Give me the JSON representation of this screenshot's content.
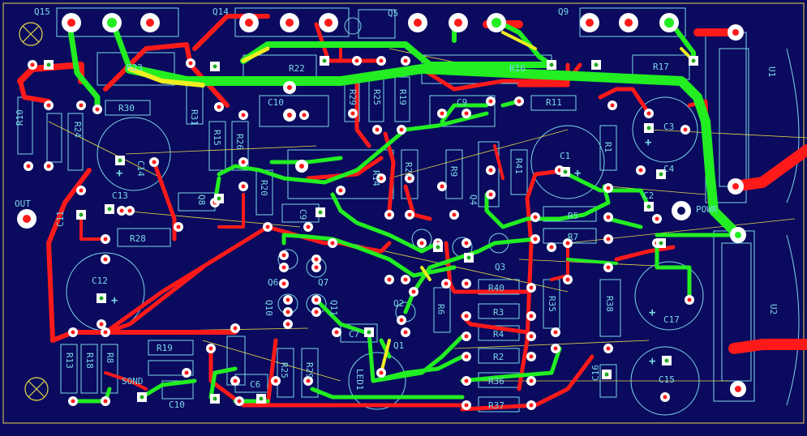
{
  "colors": {
    "background": "#0a0a5e",
    "bottom_copper": "#ff1a1a",
    "top_copper": "#22ee22",
    "overlap": "#eeee22",
    "silkscreen": "#7ad8e8",
    "ratsnest": "#e6d84a",
    "board_edge": "#e6d84a"
  },
  "labels": {
    "Q15": "Q15",
    "Q14": "Q14",
    "Q5": "Q5",
    "Q9": "Q9",
    "R23": "R23",
    "R22": "R22",
    "R16": "R16",
    "R17": "R17",
    "R30": "R30",
    "R31": "R31",
    "R11": "R11",
    "R10": "R10",
    "R24": "R24",
    "R15": "R15",
    "R26": "R26",
    "R20": "R20",
    "R14": "R14",
    "R27": "R27",
    "R9": "R9",
    "R41": "R41",
    "R1": "R1",
    "R5": "R5",
    "R7": "R7",
    "R6": "R6",
    "R28": "R28",
    "R40": "R40",
    "R3": "R3",
    "R4": "R4",
    "R2": "R2",
    "R35": "R35",
    "R36": "R36",
    "R37": "R37",
    "R38": "R38",
    "R13": "R13",
    "R18": "R18",
    "R19": "R19",
    "R8": "R8",
    "R25": "R25",
    "R29": "R29",
    "C1": "C1",
    "C2": "C2",
    "C3": "C3",
    "C4": "C4",
    "C6": "C6",
    "C7": "C7",
    "C9": "C9",
    "C10": "C10",
    "C11": "C11",
    "C12": "C12",
    "C13": "C13",
    "C14": "C14",
    "C15": "C15",
    "C16": "C16",
    "C17": "C17",
    "Q1": "Q1",
    "Q2": "Q2",
    "Q3": "Q3",
    "Q4": "Q4",
    "Q6": "Q6",
    "Q7": "Q7",
    "Q8": "Q8",
    "Q10": "Q10",
    "Q11": "Q11",
    "LED1": "LED1",
    "U1": "U1",
    "U2": "U2",
    "OUT": "OUT",
    "SOND": "SOND",
    "POWR": "POWR"
  }
}
